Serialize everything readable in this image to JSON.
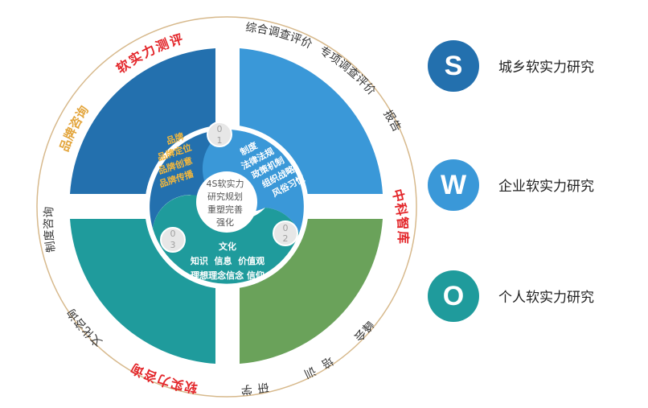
{
  "colors": {
    "quad_top_left": "#2370ae",
    "quad_top_right": "#3a98d8",
    "quad_bottom_left": "#1f9b9c",
    "quad_bottom_right": "#6aa25a",
    "ring_border": "#d7b98c",
    "red_text": "#e3262a",
    "gold_text": "#e3a53c",
    "dark_text": "#333333",
    "yellow_text": "#f3b73c",
    "circle_s": "#2370ae",
    "circle_w": "#3a98d8",
    "circle_o": "#1f9b9c"
  },
  "ring": {
    "soft_power_eval": "软实力测评",
    "comprehensive_survey": "综合调查评价",
    "special_survey": "专项调查评价",
    "report": "报告",
    "zhongke_think_tank": "中科智库",
    "summit": "峰会",
    "training": "培训",
    "seminar": "研学",
    "soft_power_consulting": "软实力咨询",
    "culture_consulting": "文化咨询",
    "system_consulting": "制度咨询",
    "brand_consulting": "品牌咨询"
  },
  "center": {
    "line1": "4S软实力",
    "line2": "研究规划",
    "line3": "重塑完善",
    "line4": "强化"
  },
  "segments": {
    "brand": {
      "num_top": "0",
      "num_bottom": "1",
      "title": "品牌",
      "items": [
        "品牌定位",
        "品牌创意",
        "品牌传播"
      ]
    },
    "system": {
      "num_top": "0",
      "num_bottom": "2",
      "title": "制度",
      "items": [
        "法律法规",
        "政策机制",
        "组织战略",
        "风俗习惯"
      ]
    },
    "culture": {
      "num_top": "0",
      "num_bottom": "3",
      "title": "文化",
      "line1": "知识  信息  价值观",
      "line2": "理想理念信念 信仰"
    }
  },
  "legend": [
    {
      "letter": "S",
      "label": "城乡软实力研究"
    },
    {
      "letter": "W",
      "label": "企业软实力研究"
    },
    {
      "letter": "O",
      "label": "个人软实力研究"
    }
  ]
}
